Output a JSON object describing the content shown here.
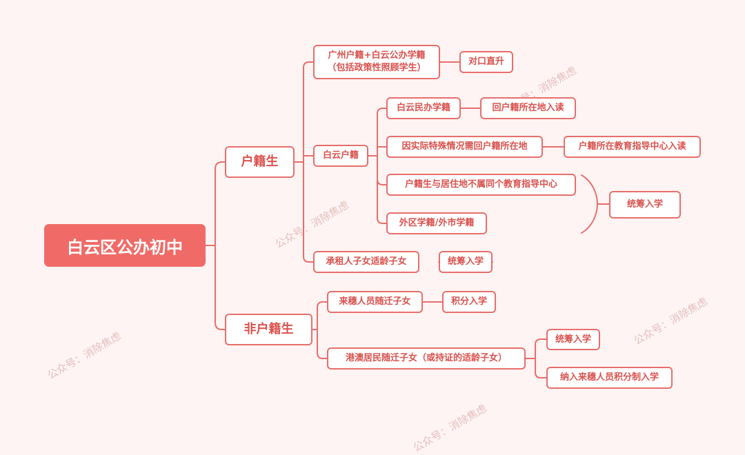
{
  "colors": {
    "accent": "#e86e6b",
    "root_fill": "#f06b67",
    "text": "#d9534f",
    "background": "#fdf4f3"
  },
  "root": {
    "label": "白云区公办初中"
  },
  "hukou": {
    "label": "户籍生",
    "gz_line1": "广州户籍+白云公办学籍",
    "gz_line2": "（包括政策性照顾学生）",
    "duikou": "对口直升",
    "baiyun": "白云户籍",
    "minban": "白云民办学籍",
    "minban_target": "回户籍所在地入读",
    "teshu": "因实际特殊情况需回户籍所在地",
    "teshu_target": "户籍所在教育指导中心入读",
    "butong": "户籍生与居住地不属同个教育指导中心",
    "waiqu": "外区学籍/外市学籍",
    "tongchou_group": "统筹入学",
    "chengzu": "承租人子女适龄子女",
    "chengzu_target": "统筹入学"
  },
  "feihukou": {
    "label": "非户籍生",
    "laisui": "来穗人员随迁子女",
    "laisui_target": "积分入学",
    "gangao": "港澳居民随迁子女（或持证的适龄子女）",
    "gangao_t1": "统筹入学",
    "gangao_t2": "纳入来穗人员积分制入学"
  },
  "watermark": "公众号：消除焦虑"
}
